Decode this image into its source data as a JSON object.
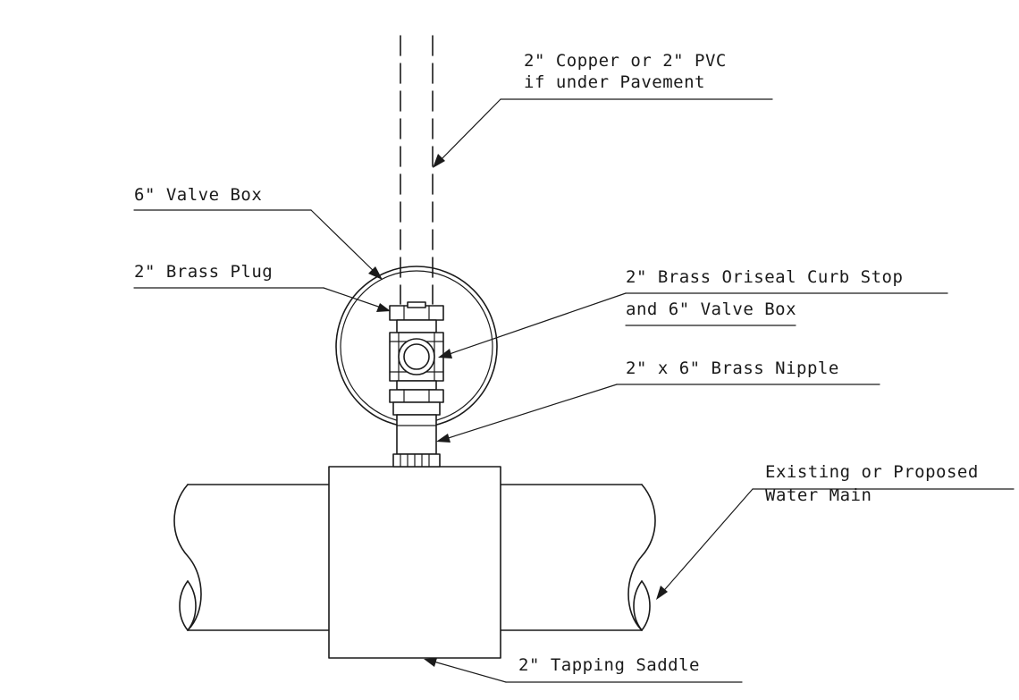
{
  "labels": {
    "pipe_line1": "2\" Copper or 2\" PVC",
    "pipe_line2": "if under Pavement",
    "valve_box": "6\" Valve Box",
    "brass_plug": "2\" Brass Plug",
    "curb_stop_line1": "2\" Brass Oriseal Curb Stop",
    "curb_stop_line2": "and 6\" Valve Box",
    "nipple": "2\" x 6\" Brass Nipple",
    "main_line1": "Existing or Proposed",
    "main_line2": "Water Main",
    "saddle": "2\" Tapping Saddle"
  }
}
